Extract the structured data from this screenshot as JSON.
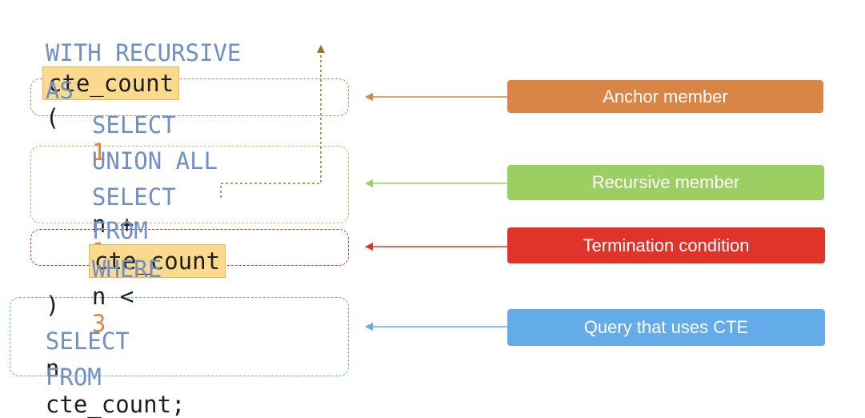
{
  "code": {
    "line1_kw": "WITH RECURSIVE",
    "cte_name": "cte_count",
    "line2_kw": "AS",
    "line2_paren": "(",
    "anchor_kw": "SELECT",
    "anchor_num": "1",
    "union_kw": "UNION ALL",
    "rec_select_kw": "SELECT",
    "rec_select_expr": "n +",
    "rec_select_num": "1",
    "rec_from_kw": "FROM",
    "rec_from_name": "cte_count",
    "where_kw": "WHERE",
    "where_expr": "n <",
    "where_num": "3",
    "close_paren": ")",
    "query_select_kw": "SELECT",
    "query_select_col": "n",
    "query_from_kw": "FROM",
    "query_from_rest": "cte_count;"
  },
  "labels": {
    "anchor": "Anchor member",
    "recursive": "Recursive member",
    "termination": "Termination condition",
    "query": "Query that uses CTE"
  },
  "colors": {
    "keyword": "#6f8fc8",
    "number": "#d98545",
    "highlight": "#fbd98d",
    "anchor": "#d98545",
    "recursive": "#9ccf62",
    "termination": "#e0332a",
    "query": "#64abe9"
  }
}
